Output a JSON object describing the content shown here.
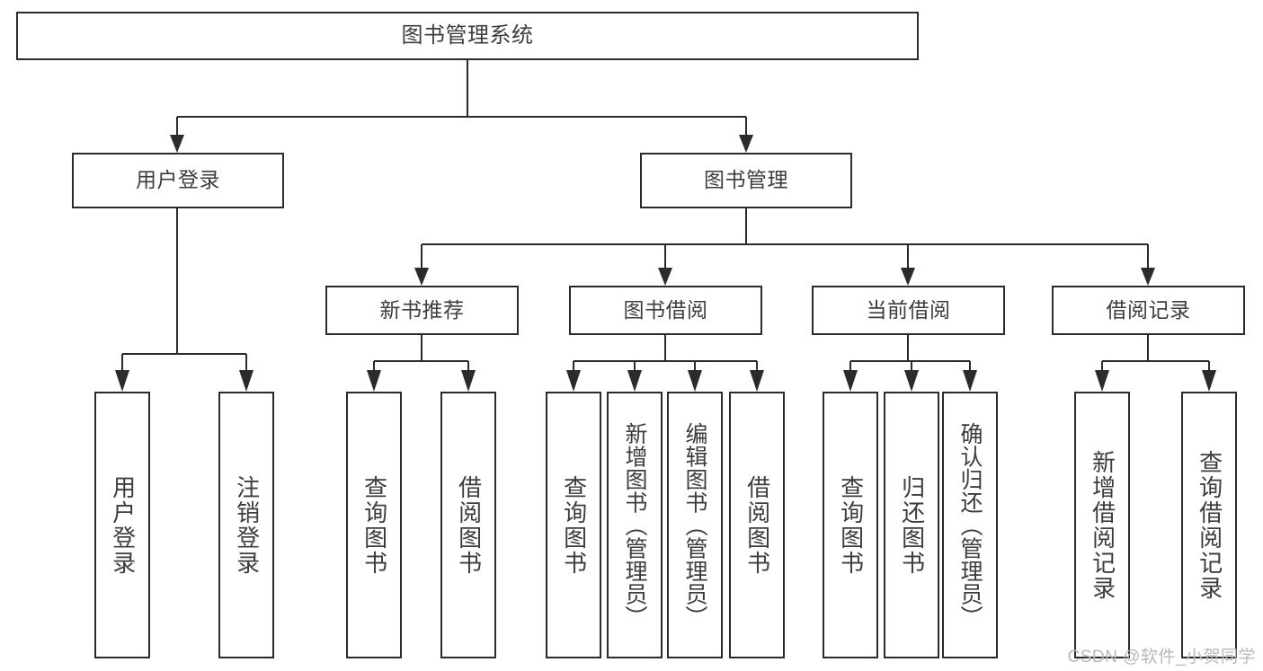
{
  "diagram": {
    "type": "tree",
    "title": "图书管理系统",
    "root": {
      "label": "图书管理系统"
    },
    "level2": [
      {
        "id": "user-login",
        "label": "用户登录"
      },
      {
        "id": "book-management",
        "label": "图书管理"
      }
    ],
    "level3": [
      {
        "id": "new-book-recommend",
        "label": "新书推荐",
        "parent": "book-management"
      },
      {
        "id": "book-borrow",
        "label": "图书借阅",
        "parent": "book-management"
      },
      {
        "id": "current-borrow",
        "label": "当前借阅",
        "parent": "book-management"
      },
      {
        "id": "borrow-record",
        "label": "借阅记录",
        "parent": "book-management"
      }
    ],
    "leaves": {
      "user-login": [
        {
          "id": "leaf-user-login",
          "label": "用户登录"
        },
        {
          "id": "leaf-logout",
          "label": "注销登录"
        }
      ],
      "new-book-recommend": [
        {
          "id": "leaf-query-book-1",
          "label": "查询图书"
        },
        {
          "id": "leaf-borrow-book-1",
          "label": "借阅图书"
        }
      ],
      "book-borrow": [
        {
          "id": "leaf-query-book-2",
          "label": "查询图书"
        },
        {
          "id": "leaf-add-book",
          "label": "新增图书（管理员）"
        },
        {
          "id": "leaf-edit-book",
          "label": "编辑图书（管理员）"
        },
        {
          "id": "leaf-borrow-book-2",
          "label": "借阅图书"
        }
      ],
      "current-borrow": [
        {
          "id": "leaf-query-book-3",
          "label": "查询图书"
        },
        {
          "id": "leaf-return-book",
          "label": "归还图书"
        },
        {
          "id": "leaf-confirm-return",
          "label": "确认归还（管理员）"
        }
      ],
      "borrow-record": [
        {
          "id": "leaf-add-record",
          "label": "新增借阅记录"
        },
        {
          "id": "leaf-query-record",
          "label": "查询借阅记录"
        }
      ]
    }
  },
  "watermark": {
    "text": "CSDN @软件_小贺同学"
  },
  "colors": {
    "stroke": "#2b2b2b",
    "text": "#3d3d3d",
    "background": "#ffffff",
    "watermark": "#b9b9b9"
  }
}
